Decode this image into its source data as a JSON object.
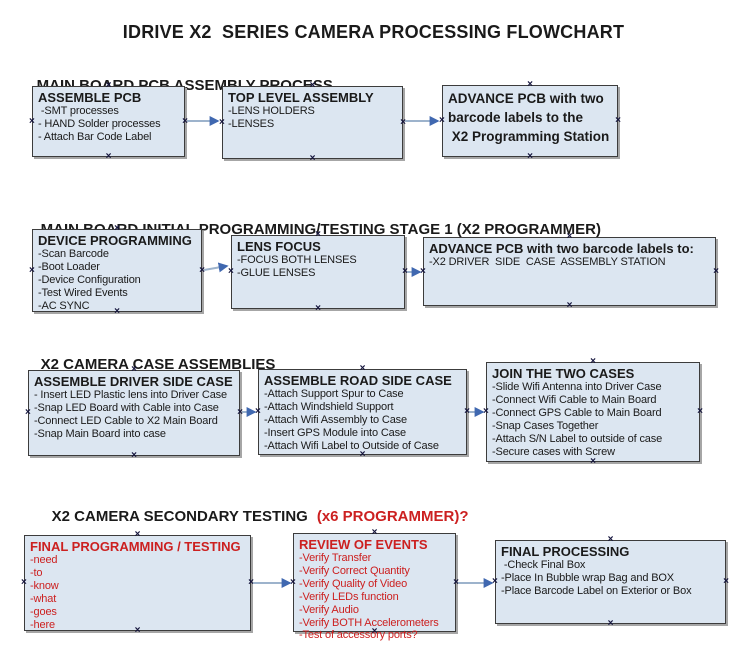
{
  "title": "IDRIVE X2  SERIES CAMERA PROCESSING FLOWCHART",
  "colors": {
    "box_fill": "#dce6f1",
    "box_border": "#3c3c3c",
    "accent_red": "#cc2020",
    "arrow_line": "#9db3cc",
    "arrow_head": "#4068b0",
    "text": "#1a1a1a"
  },
  "sections": [
    {
      "heading": "MAIN BOARD PCB ASSEMBLY PROCESS",
      "heading_red": "",
      "boxes": [
        {
          "title": "ASSEMBLE PCB",
          "items": [
            " -SMT processes",
            "- HAND Solder processes",
            "- Attach Bar Code Label"
          ]
        },
        {
          "title": "TOP LEVEL ASSEMBLY",
          "items": [
            "-LENS HOLDERS",
            "-LENSES"
          ]
        },
        {
          "title": "ADVANCE PCB with two\nbarcode labels to the\n X2 Programming Station",
          "items": []
        }
      ]
    },
    {
      "heading": "MAIN BOARD INITIAL PROGRAMMING/TESTING STAGE 1 (X2 PROGRAMMER)",
      "heading_red": "",
      "boxes": [
        {
          "title": "DEVICE PROGRAMMING",
          "items": [
            "-Scan Barcode",
            "-Boot Loader",
            "-Device Configuration",
            "-Test Wired Events",
            "-AC SYNC"
          ]
        },
        {
          "title": "LENS FOCUS",
          "items": [
            "-FOCUS BOTH LENSES",
            "-GLUE LENSES"
          ]
        },
        {
          "title": "ADVANCE PCB with two barcode labels to:",
          "items": [
            "-X2 DRIVER  SIDE  CASE  ASSEMBLY STATION"
          ]
        }
      ]
    },
    {
      "heading": "X2 CAMERA CASE ASSEMBLIES",
      "heading_red": "",
      "boxes": [
        {
          "title": "ASSEMBLE DRIVER SIDE CASE",
          "items": [
            "- Insert LED Plastic lens into Driver Case",
            "-Snap LED Board with Cable into Case",
            "-Connect LED Cable to X2 Main Board",
            "-Snap Main Board into case"
          ]
        },
        {
          "title": "ASSEMBLE ROAD SIDE CASE",
          "items": [
            "-Attach Support Spur to Case",
            "-Attach Windshield Support",
            "-Attach Wifi Assembly to Case",
            "-Insert GPS Module into Case",
            "-Attach Wifi Label to Outside of Case"
          ]
        },
        {
          "title": "JOIN THE TWO CASES",
          "items": [
            "-Slide Wifi Antenna into Driver Case",
            "-Connect Wifi Cable to Main Board",
            "-Connect GPS Cable to Main Board",
            "-Snap Cases Together",
            "-Attach S/N Label to outside of case",
            "-Secure cases with Screw"
          ]
        }
      ]
    },
    {
      "heading": "X2 CAMERA SECONDARY TESTING",
      "heading_red": "(x6 PROGRAMMER)?",
      "boxes": [
        {
          "title": "FINAL PROGRAMMING / TESTING",
          "items": [
            "-need",
            "-to",
            "-know",
            "-what",
            "-goes",
            "-here"
          ]
        },
        {
          "title": "REVIEW OF EVENTS",
          "items": [
            "-Verify Transfer",
            "-Verify Correct Quantity",
            "-Verify Quality of Video",
            "-Verify LEDs function",
            "-Verify Audio",
            "-Verify BOTH Accelerometers",
            "-Test of accessory ports?"
          ]
        },
        {
          "title": "FINAL PROCESSING",
          "items": [
            " -Check Final Box",
            "-Place In Bubble wrap Bag and BOX",
            "-Place Barcode Label on Exterior or Box"
          ]
        }
      ]
    }
  ]
}
